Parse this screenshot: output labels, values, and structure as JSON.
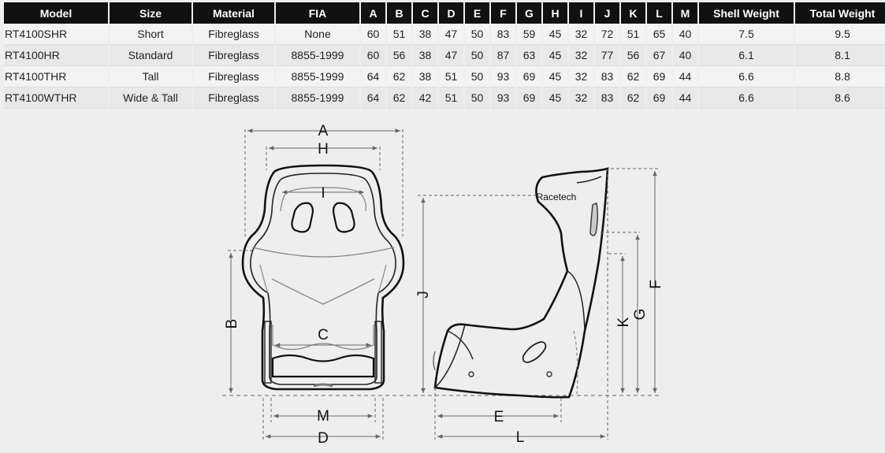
{
  "table": {
    "headers": [
      "Model",
      "Size",
      "Material",
      "FIA",
      "A",
      "B",
      "C",
      "D",
      "E",
      "F",
      "G",
      "H",
      "I",
      "J",
      "K",
      "L",
      "M",
      "Shell Weight",
      "Total Weight"
    ],
    "rows": [
      [
        "RT4100SHR",
        "Short",
        "Fibreglass",
        "None",
        "60",
        "51",
        "38",
        "47",
        "50",
        "83",
        "59",
        "45",
        "32",
        "72",
        "51",
        "65",
        "40",
        "7.5",
        "9.5"
      ],
      [
        "RT4100HR",
        "Standard",
        "Fibreglass",
        "8855-1999",
        "60",
        "56",
        "38",
        "47",
        "50",
        "87",
        "63",
        "45",
        "32",
        "77",
        "56",
        "67",
        "40",
        "6.1",
        "8.1"
      ],
      [
        "RT4100THR",
        "Tall",
        "Fibreglass",
        "8855-1999",
        "64",
        "62",
        "38",
        "51",
        "50",
        "93",
        "69",
        "45",
        "32",
        "83",
        "62",
        "69",
        "44",
        "6.6",
        "8.8"
      ],
      [
        "RT4100WTHR",
        "Wide & Tall",
        "Fibreglass",
        "8855-1999",
        "64",
        "62",
        "42",
        "51",
        "50",
        "93",
        "69",
        "45",
        "32",
        "83",
        "62",
        "69",
        "44",
        "6.6",
        "8.6"
      ]
    ]
  },
  "diagram": {
    "brand": "Racetech",
    "labels": {
      "A": "A",
      "B": "B",
      "C": "C",
      "D": "D",
      "E": "E",
      "F": "F",
      "G": "G",
      "H": "H",
      "I": "I",
      "J": "J",
      "K": "K",
      "L": "L",
      "M": "M"
    }
  }
}
